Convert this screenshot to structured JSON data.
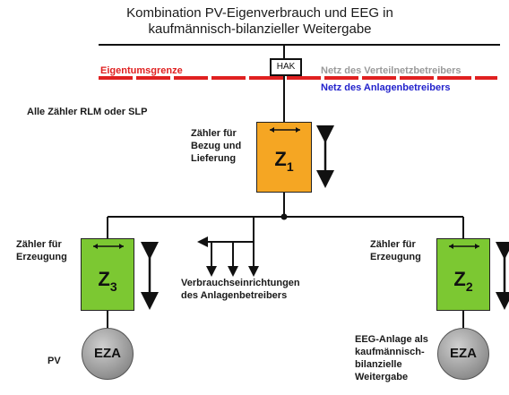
{
  "title_line1": "Kombination PV-Eigenverbrauch und EEG in",
  "title_line2": "kaufmännisch-bilanzieller Weitergabe",
  "labels": {
    "eigentumsgrenze": "Eigentumsgrenze",
    "netz_verteilnetz": "Netz des Verteilnetzbetreibers",
    "netz_anlagen": "Netz des Anlagenbetreibers",
    "hak": "HAK",
    "alle_zaehler": "Alle Zähler RLM oder SLP",
    "zaehler_bezug": [
      "Zähler für",
      "Bezug und",
      "Lieferung"
    ],
    "zaehler_erzeugung_links": [
      "Zähler für",
      "Erzeugung"
    ],
    "zaehler_erzeugung_rechts": [
      "Zähler für",
      "Erzeugung"
    ],
    "verbraucher": [
      "Verbrauchseinrichtungen",
      "des Anlagenbetreibers"
    ],
    "pv": "PV",
    "eeg_anlage": [
      "EEG-Anlage als",
      "kaufmännisch-",
      "bilanzielle",
      "Weitergabe"
    ]
  },
  "meters": {
    "z1": {
      "letter": "Z",
      "sub": "1"
    },
    "z2": {
      "letter": "Z",
      "sub": "2"
    },
    "z3": {
      "letter": "Z",
      "sub": "3"
    }
  },
  "eza": {
    "left": "EZA",
    "right": "EZA"
  },
  "colors": {
    "boundary_red": "#e02020",
    "meter_orange": "#f5a623",
    "meter_green": "#7cc832",
    "blue_text": "#2222cc"
  }
}
